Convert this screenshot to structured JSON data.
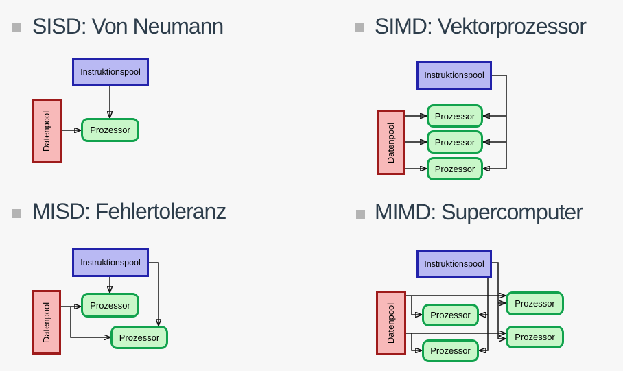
{
  "slide": {
    "background_color": "#f7f7f7",
    "title_text_color": "#2d3d4b",
    "bullet_color": "#b4b4b4",
    "arrow_color": "#141414"
  },
  "labels": {
    "instruction_pool": "Instruktionspool",
    "data_pool": "Datenpool",
    "processor": "Prozessor"
  },
  "node_colors": {
    "instruction_fill": "#b9b9f3",
    "instruction_border": "#2222aa",
    "data_fill": "#f8b9b9",
    "data_border": "#9e1b1b",
    "processor_fill": "#c9f7c9",
    "processor_border": "#11a24d"
  },
  "panels": [
    {
      "id": "sisd",
      "title": "SISD: Von Neumann",
      "processor_count": 1
    },
    {
      "id": "simd",
      "title": "SIMD: Vektorprozessor",
      "processor_count": 3
    },
    {
      "id": "misd",
      "title": "MISD: Fehlertoleranz",
      "processor_count": 2
    },
    {
      "id": "mimd",
      "title": "MIMD: Supercomputer",
      "processor_count": 4
    }
  ]
}
